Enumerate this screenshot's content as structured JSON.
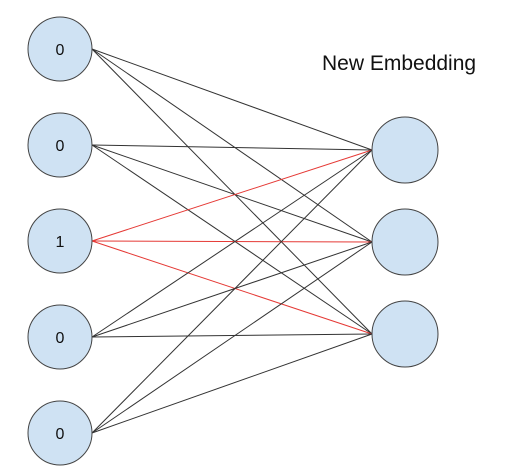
{
  "diagram": {
    "title": "New Embedding",
    "input_nodes": [
      {
        "label": "0"
      },
      {
        "label": "0"
      },
      {
        "label": "1"
      },
      {
        "label": "0"
      },
      {
        "label": "0"
      }
    ],
    "output_nodes": [
      {
        "label": ""
      },
      {
        "label": ""
      },
      {
        "label": ""
      }
    ],
    "highlighted_input_index": 2,
    "colors": {
      "node_fill": "#cfe2f3",
      "node_stroke": "#444444",
      "edge": "#333333",
      "edge_highlight": "#e53935"
    }
  }
}
